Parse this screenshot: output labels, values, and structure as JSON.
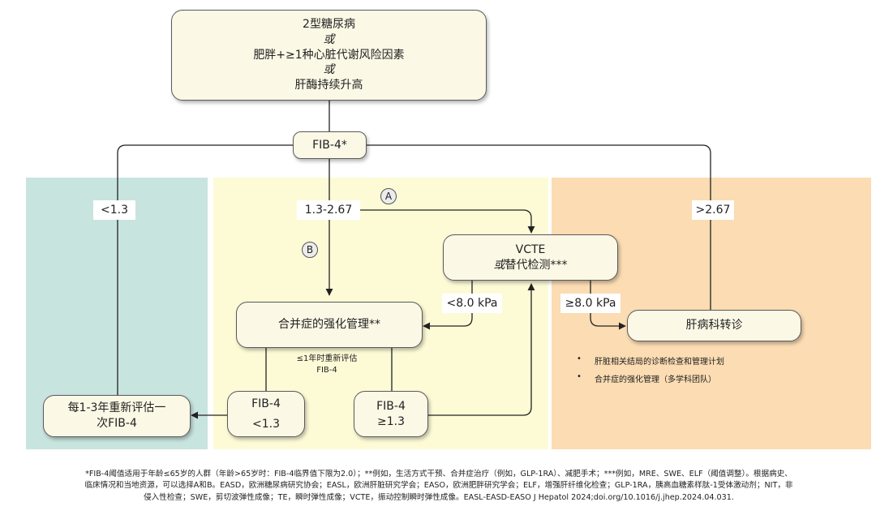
{
  "top_box": {
    "line1": "2型糖尿病",
    "or1": "或",
    "line2": "肥胖+≥1种心脏代谢风险因素",
    "or2": "或",
    "line3": "肝酶持续升高"
  },
  "fib4_box": "FIB-4*",
  "labels": {
    "low": "<1.3",
    "mid": "1.3-2.67",
    "high": ">2.67",
    "circle_a": "A",
    "circle_b": "B",
    "vcte_low": "<8.0 kPa",
    "vcte_high": "≥8.0 kPa"
  },
  "vcte_box": {
    "line1": "VCTE",
    "or": "或",
    "line2": "替代检测***"
  },
  "comorbidity_box": "合并症的强化管理**",
  "reassess_note": {
    "line1": "≤1年时重新评估",
    "line2": "FIB-4"
  },
  "fib4_low_box": {
    "line1": "FIB-4",
    "line2": "<1.3"
  },
  "fib4_high_box": {
    "line1": "FIB-4",
    "line2": "≥1.3"
  },
  "reassess_box": {
    "line1": "每1-3年重新评估一",
    "line2": "次FIB-4"
  },
  "hepatology_box": "肝病科转诊",
  "bullets": [
    "肝脏相关结局的诊断检查和管理计划",
    "合并症的强化管理（多学科团队）"
  ],
  "footnote": {
    "line1": "*FIB-4阈值适用于年龄≤65岁的人群（年龄>65岁时：FIB-4临界值下限为2.0）；**例如，生活方式干预、合并症治疗（例如，GLP-1RA）、减肥手术；***例如，MRE、SWE、ELF（阈值调整）。根据病史、",
    "line2": "临床情况和当地资源，可以选择A和B。EASD，欧洲糖尿病研究协会；EASL，欧洲肝脏研究学会；EASO，欧洲肥胖研究学会；ELF，增强肝纤维化检查；GLP-1RA，胰高血糖素样肽-1受体激动剂；NIT，非",
    "line3": "侵入性检查；SWE，剪切波弹性成像；TE，瞬时弹性成像；VCTE，振动控制瞬时弹性成像。EASL-EASD-EASO J Hepatol 2024;doi.org/10.1016/j.jhep.2024.04.031."
  },
  "colors": {
    "low_zone": "#c8e4de",
    "mid_zone": "#fdfbd6",
    "high_zone": "#fbdcb3",
    "box_fill": "#fcf8e6"
  }
}
